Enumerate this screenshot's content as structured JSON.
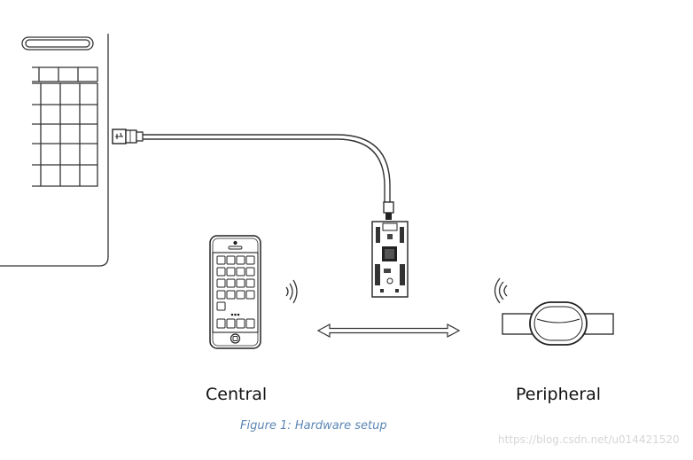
{
  "labels": {
    "central": "Central",
    "peripheral": "Peripheral"
  },
  "caption": "Figure 1: Hardware setup",
  "watermark": "https://blog.csdn.net/u014421520",
  "icons": [
    "laptop-icon",
    "usb-symbol-icon",
    "usb-cable",
    "dev-board-icon",
    "smartphone-icon",
    "wireless-signal-icon",
    "bidirectional-arrow-icon",
    "wristband-icon"
  ],
  "colors": {
    "stroke": "#222222",
    "caption": "#5b86b5",
    "watermark": "#d6d6d6"
  }
}
